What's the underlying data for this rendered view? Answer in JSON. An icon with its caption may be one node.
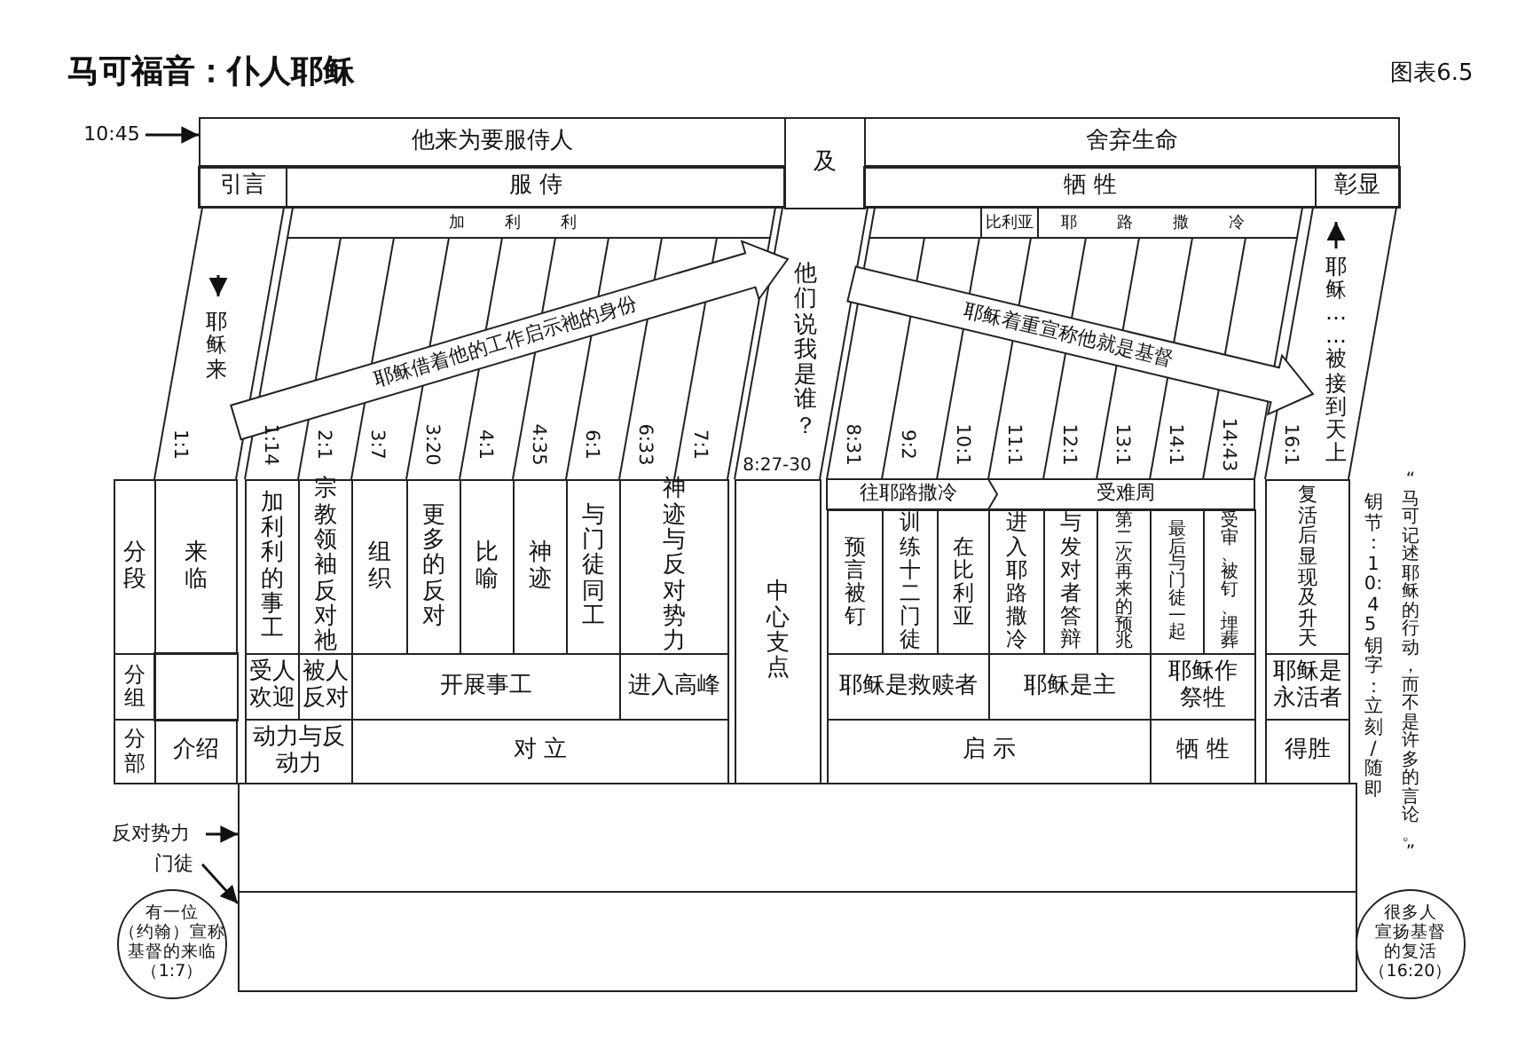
{
  "diagram": {
    "title": "马可福音：仆人耶稣",
    "nodes": [
      {
        "text": [
          "10:45"
        ]
      },
      {
        "text": [
          "他来为要服侍人"
        ]
      },
      {
        "text": [
          "及"
        ]
      },
      {
        "text": [
          "舍弃生命"
        ]
      },
      {
        "text": [
          "反对势力"
        ]
      },
      {
        "text": [
          "门徒"
        ]
      },
      {
        "text": [],
        "shape": "box"
      },
      {
        "text": [],
        "shape": "box"
      },
      {
        "text": [
          "有一位（约翰）宣称基督的来临（1:7）"
        ]
      },
      {
        "text": [
          "很多人宣扬基督的复活（16:20）"
        ]
      }
    ],
    "edges": [
      {
        "from": 0,
        "to": 1,
        "arrow": "to"
      },
      {
        "from": 4,
        "to": 6,
        "arrow": "to"
      },
      {
        "from": 5,
        "to": 7,
        "arrow": "to"
      }
    ],
    "labels": [
      "图表6.5",
      "引言",
      "服 侍",
      "牺 牲",
      "彰显",
      "加利利",
      "比利亚",
      "耶路撒冷",
      "耶稣来",
      "耶稣借着他的工作启示祂的身份",
      "他们说我是谁？",
      "耶稣着重宣称他就是基督",
      "耶稣……被接到天上",
      "1:1",
      "1:14",
      "2:1",
      "3:7",
      "3:20",
      "4:1",
      "4:35",
      "6:1",
      "6:33",
      "7:1",
      "8:27-30",
      "8:31",
      "9:2",
      "10:1",
      "11:1",
      "12:1",
      "13:1",
      "14:1",
      "14:43",
      "16:1",
      "分段",
      "来临",
      "加利利的事工",
      "宗教领袖反对祂",
      "组织",
      "更多的反对",
      "比喻",
      "神迹",
      "与门徒同工",
      "神迹与反对势力",
      "中心支点",
      "往耶路撒冷",
      "受难周",
      "预言被钉",
      "训练十二门徒",
      "在比利亚",
      "进入耶路撒冷",
      "与发对者答辩",
      "第二次再来的预兆",
      "最后与门徒一起",
      "受审、被钉、埋葬",
      "复活后显现及升天",
      "分组",
      "受人欢迎",
      "被人反对",
      "开展事工",
      "进入高峰",
      "耶稣是救赎者",
      "耶稣是主",
      "耶稣作祭牲",
      "耶稣是永活者",
      "分部",
      "介绍",
      "动力与反动力",
      "对 立",
      "启 示",
      "牺 牲",
      "得胜",
      "钥节：10:45 钥字：立刻/随即",
      "“马可记述耶稣的行动，而不是许多的言论。”"
    ]
  }
}
